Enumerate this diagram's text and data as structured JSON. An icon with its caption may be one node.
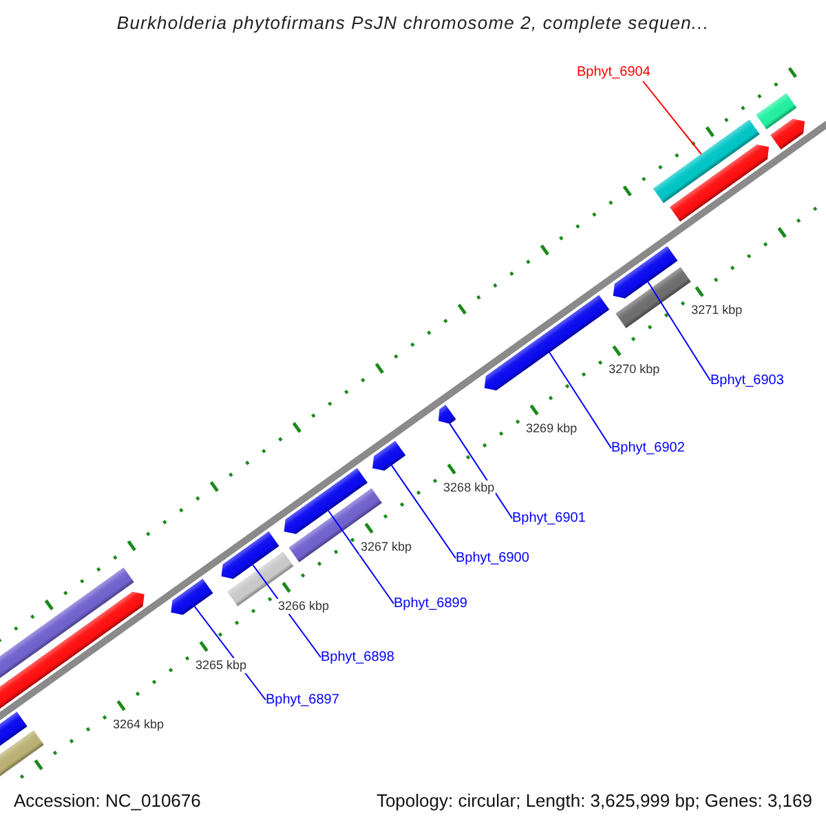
{
  "diagram": {
    "title": "Burkholderia phytofirmans PsJN chromosome 2, complete sequen...",
    "nodes": [
      {
        "text": [
          "Bphyt_6904"
        ]
      },
      {
        "text": [
          "Bphyt_6903"
        ]
      },
      {
        "text": [
          "Bphyt_6902"
        ]
      },
      {
        "text": [
          "Bphyt_6901"
        ]
      },
      {
        "text": [
          "Bphyt_6900"
        ]
      },
      {
        "text": [
          "Bphyt_6899"
        ]
      },
      {
        "text": [
          "Bphyt_6898"
        ]
      },
      {
        "text": [
          "Bphyt_6897"
        ]
      },
      {
        "text": [],
        "shape": "bar"
      },
      {
        "text": [],
        "shape": "bar"
      },
      {
        "text": [],
        "shape": "bar"
      },
      {
        "text": [],
        "shape": "bar"
      },
      {
        "text": [],
        "shape": "bar"
      },
      {
        "text": [],
        "shape": "bar"
      },
      {
        "text": [],
        "shape": "bar"
      },
      {
        "text": [],
        "shape": "bar"
      },
      {
        "text": [],
        "shape": "bar"
      },
      {
        "text": [],
        "shape": "bar"
      },
      {
        "text": [],
        "shape": "bar"
      },
      {
        "text": [],
        "shape": "bar"
      },
      {
        "text": [],
        "shape": "bar"
      },
      {
        "text": [],
        "shape": "bar"
      },
      {
        "text": [],
        "shape": "bar"
      },
      {
        "text": [],
        "shape": "bar"
      },
      {
        "text": [],
        "shape": "bar"
      },
      {
        "text": [],
        "shape": "bar"
      }
    ],
    "edges": [
      {
        "from": 0,
        "to": 22,
        "arrow": "none",
        "color": "#ff0000"
      },
      {
        "from": 1,
        "to": 20,
        "arrow": "none"
      },
      {
        "from": 2,
        "to": 19,
        "arrow": "none"
      },
      {
        "from": 3,
        "to": 18,
        "arrow": "none"
      },
      {
        "from": 4,
        "to": 17,
        "arrow": "none"
      },
      {
        "from": 5,
        "to": 15,
        "arrow": "none"
      },
      {
        "from": 6,
        "to": 14,
        "arrow": "none"
      },
      {
        "from": 7,
        "to": 12,
        "arrow": "none"
      }
    ],
    "labels": [
      "3271 kbp",
      "3270 kbp",
      "3269 kbp",
      "3268 kbp",
      "3267 kbp",
      "3266 kbp",
      "3265 kbp",
      "3264 kbp",
      "Accession: NC_010676",
      "Topology: circular; Length: 3,625,999 bp; Genes: 3,169"
    ]
  }
}
